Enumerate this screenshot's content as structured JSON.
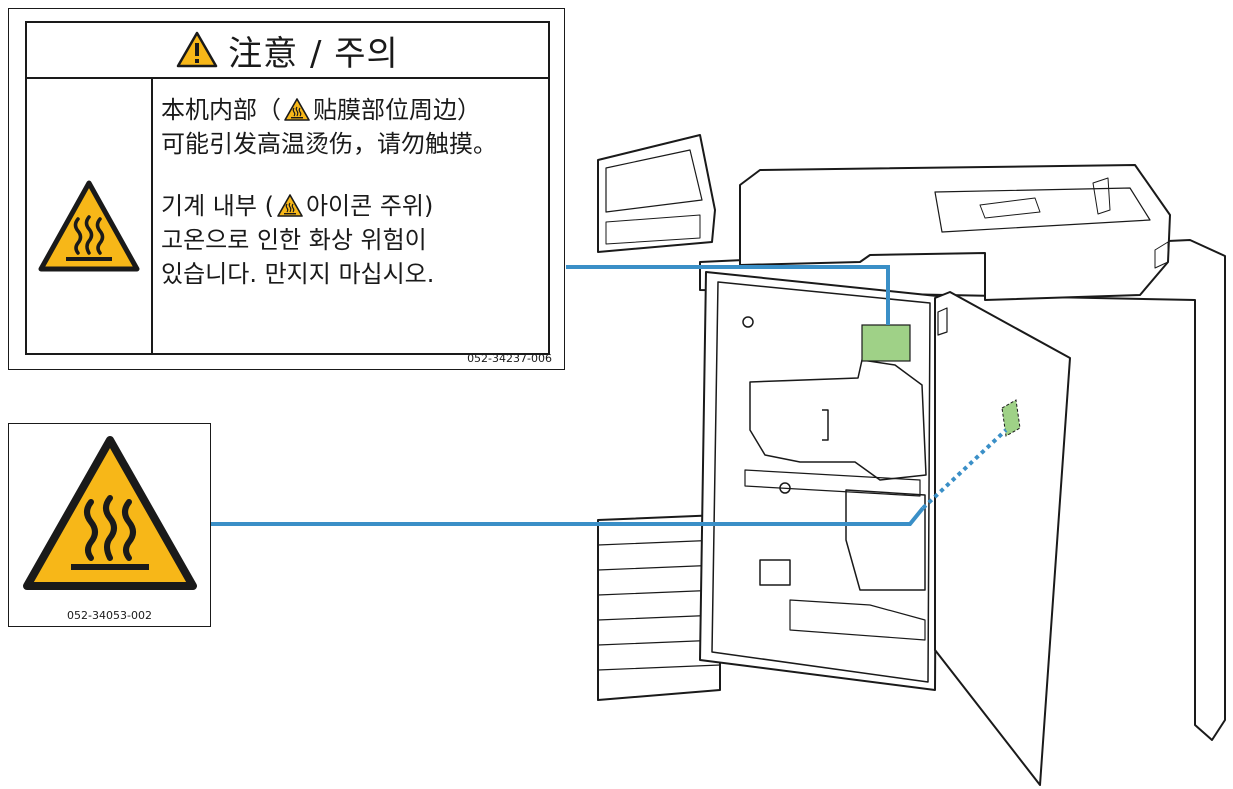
{
  "caution_label": {
    "title": "注意 / 주의",
    "zh_line1": "本机内部（",
    "zh_line1_b": "贴膜部位周边）",
    "zh_line2": "可能引发高温烫伤，请勿触摸。",
    "ko_line1": "기계 내부 (",
    "ko_line1_b": "아이콘 주위)",
    "ko_line2": "고온으로 인한 화상 위험이",
    "ko_line3": "있습니다. 만지지 마십시오.",
    "code": "052-34237-006"
  },
  "hot_label": {
    "code": "052-34053-002"
  },
  "colors": {
    "warning_yellow": "#f7b718",
    "leader_blue": "#3a8fc7",
    "sticker_green": "#9fd187",
    "line": "#1a1a1a"
  },
  "icons": [
    "warning-triangle-icon",
    "hot-surface-icon"
  ]
}
